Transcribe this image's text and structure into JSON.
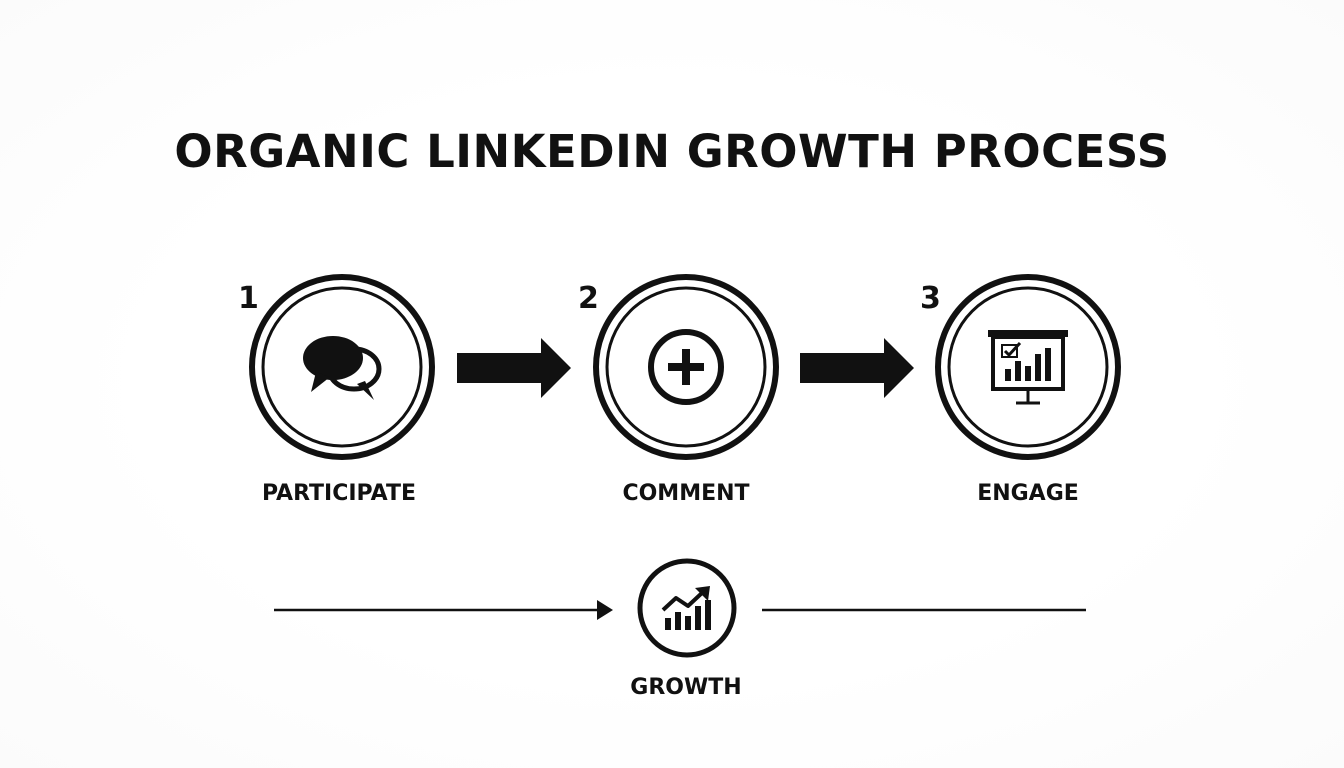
{
  "title": "ORGANIC LINKEDIN GROWTH PROCESS",
  "steps": [
    {
      "number": "1",
      "label": "PARTICIPATE",
      "icon": "chat-bubbles-icon"
    },
    {
      "number": "2",
      "label": "COMMENT",
      "icon": "plus-circle-icon"
    },
    {
      "number": "3",
      "label": "ENGAGE",
      "icon": "presentation-chart-icon"
    }
  ],
  "outcome": {
    "label": "GROWTH",
    "icon": "growth-chart-icon"
  },
  "colors": {
    "ink": "#111111",
    "background": "#ffffff"
  }
}
